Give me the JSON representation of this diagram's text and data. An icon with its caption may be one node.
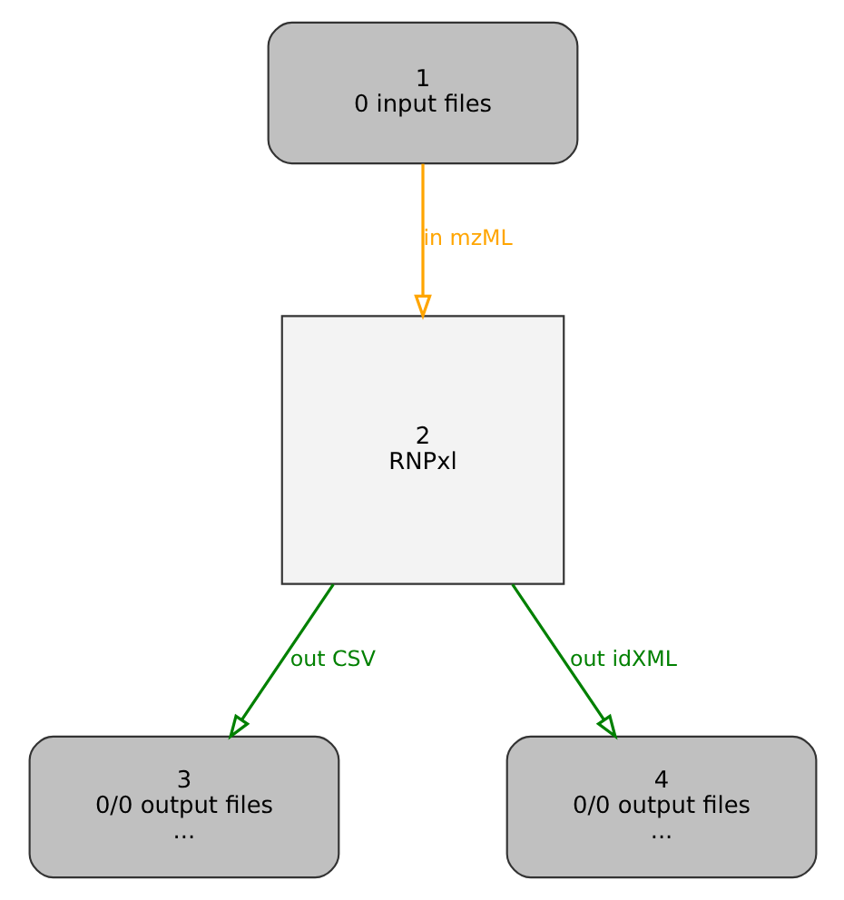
{
  "diagram": {
    "nodes": [
      {
        "text": [
          "1",
          "0 input files"
        ]
      },
      {
        "text": [
          "2",
          "RNPxl"
        ]
      },
      {
        "text": [
          "3",
          "0/0 output files",
          "..."
        ]
      },
      {
        "text": [
          "4",
          "0/0 output files",
          "..."
        ]
      }
    ],
    "edges": [
      {
        "from": 0,
        "to": 1,
        "arrow": "to",
        "label": "in mzML",
        "color": "#ffa500"
      },
      {
        "from": 1,
        "to": 2,
        "arrow": "to",
        "label": "out CSV"
      },
      {
        "from": 1,
        "to": 3,
        "arrow": "to",
        "label": "out idXML"
      }
    ]
  }
}
